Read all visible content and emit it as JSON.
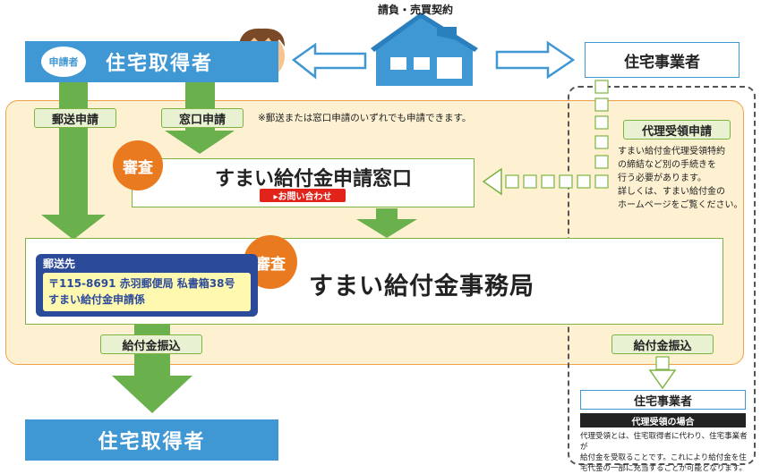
{
  "top": {
    "applicant_badge": "申請者",
    "applicant": "住宅取得者",
    "contract": "請負・売買契約",
    "business": "住宅事業者"
  },
  "routes": {
    "mail": "郵送申請",
    "window": "窓口申請",
    "note": "※郵送または窓口申請のいずれでも申請できます。"
  },
  "window_box": {
    "badge": "審査",
    "title": "すまい給付金申請窓口",
    "contact_button": "▸お問い合わせ"
  },
  "agent": {
    "title": "代理受領申請",
    "lines": [
      "すまい給付金代理受領特約",
      "の締結など別の手続きを",
      "行う必要があります。",
      "詳しくは、すまい給付金の",
      "ホームページをご覧ください。"
    ]
  },
  "office": {
    "badge": "審査",
    "title": "すまい給付金事務局",
    "mail_tab": "郵送先",
    "address1": "〒115-8691 赤羽郵便局 私書箱38号",
    "address2": "すまい給付金申請係"
  },
  "transfer": {
    "left": "給付金振込",
    "right": "給付金振込"
  },
  "bottom": {
    "recipient": "住宅取得者",
    "business": "住宅事業者",
    "agent_case": "代理受領の場合",
    "desc1": "代理受領とは、住宅取得者に代わり、住宅事業者が",
    "desc2": "給付金を受取ることです。これにより給付金を住",
    "desc3": "宅代金の一部に充当することが可能となります。"
  }
}
